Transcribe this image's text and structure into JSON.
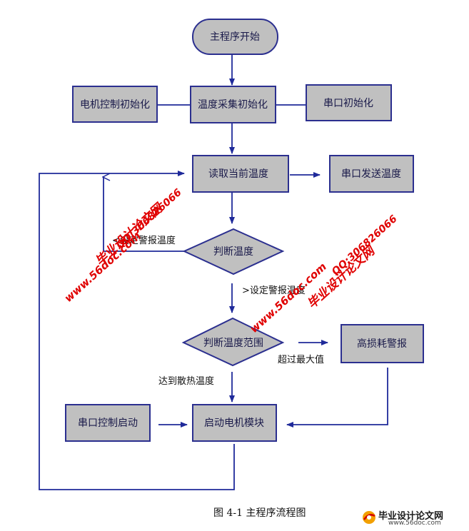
{
  "colors": {
    "node_fill": "#c0c0c0",
    "node_stroke": "#2b2f8f",
    "arrow": "#1f2a9a",
    "watermark": "#e00000"
  },
  "nodes": {
    "start": "主程序开始",
    "motor_init": "电机控制初始化",
    "temp_init": "温度采集初始化",
    "serial_init": "串口初始化",
    "read_temp": "读取当前温度",
    "serial_send": "串口发送温度",
    "judge_temp": "判断温度",
    "judge_range": "判断温度范围",
    "high_loss_alarm": "高损耗警报",
    "serial_ctrl_start": "串口控制启动",
    "start_motor": "启动电机模块"
  },
  "edge_labels": {
    "below_alarm": "<设定警报温度",
    "above_alarm": ">设定警报温度",
    "over_max": "超过最大值",
    "reach_cooling": "达到散热温度"
  },
  "watermarks": {
    "site_name": "毕业设计论文网",
    "url": "www.56doc.com",
    "qq": "QQ:306826066"
  },
  "caption": "图 4-1  主程序流程图",
  "logo": {
    "name": "毕业设计论文网",
    "url": "www.56doc.com"
  }
}
